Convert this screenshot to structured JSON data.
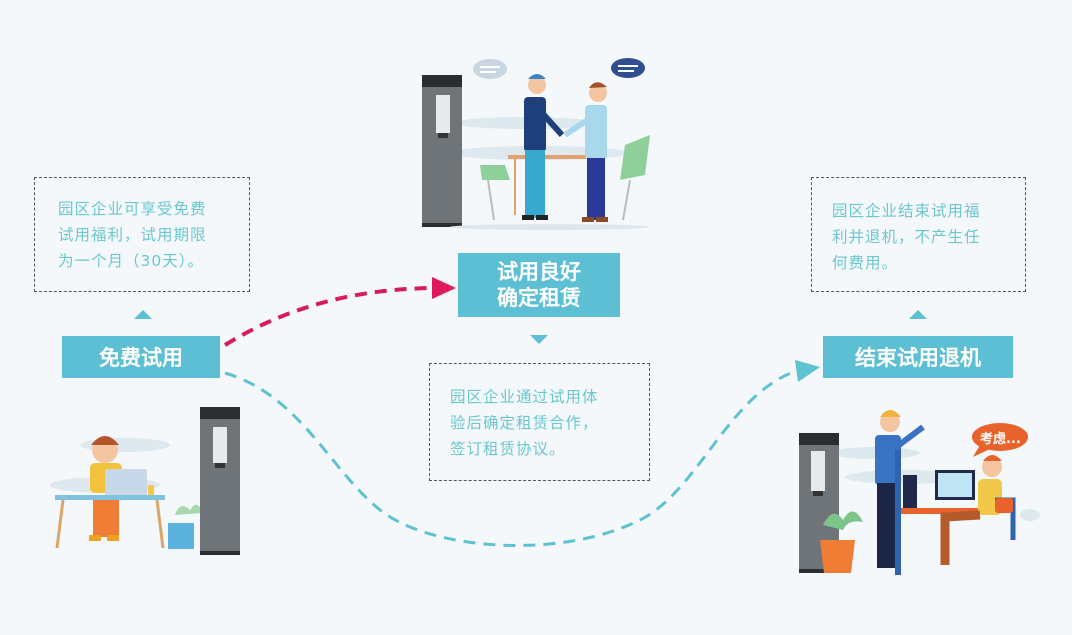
{
  "steps": [
    {
      "id": "free-trial",
      "label_lines": [
        "免费试用"
      ],
      "note_lines": [
        "园区企业可享受免费",
        "试用福利，试用期限",
        "为一个月（30天）。"
      ]
    },
    {
      "id": "confirm-lease",
      "label_lines": [
        "试用良好",
        "确定租赁"
      ],
      "note_lines": [
        "园区企业通过试用体",
        "验后确定租赁合作，",
        "签订租赁协议。"
      ]
    },
    {
      "id": "end-trial",
      "label_lines": [
        "结束试用退机"
      ],
      "note_lines": [
        "园区企业结束试用福",
        "利并退机，不产生任",
        "何费用。"
      ]
    }
  ],
  "speech_bubble": {
    "text": "考虑..."
  },
  "colors": {
    "background": "#f4f8fb",
    "label_bg": "#5dbfd3",
    "note_text": "#6cc7cf",
    "arrow_confirm": "#d81b5a",
    "arrow_end": "#5fc2d0",
    "bubble": "#e8632c"
  }
}
